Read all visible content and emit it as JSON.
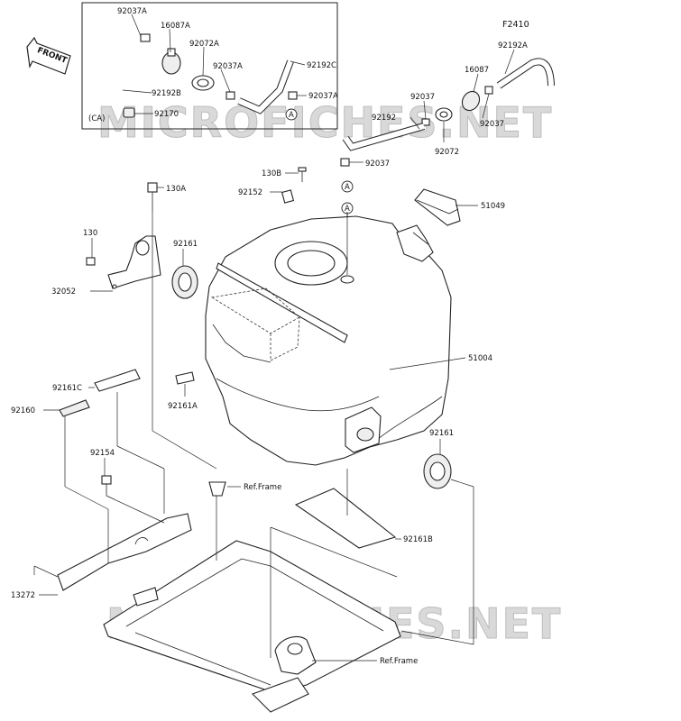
{
  "diagram_code": "F2410",
  "watermark": "MICROFICHES.NET",
  "front_arrow": "FRONT",
  "callouts": {
    "c92037A_1": "92037A",
    "c16087A": "16087A",
    "c92072A": "92072A",
    "c92037A_2": "92037A",
    "c92192C": "92192C",
    "c92192B": "92192B",
    "c92037A_3": "92037A",
    "cCA": "(CA)",
    "c92170": "92170",
    "c92192A": "92192A",
    "c16087": "16087",
    "c92037_1": "92037",
    "c92037_2": "92037",
    "c92192": "92192",
    "c92072": "92072",
    "c92037_3": "92037",
    "c130B": "130B",
    "c130A": "130A",
    "c92152": "92152",
    "c51049": "51049",
    "c130": "130",
    "c92161_1": "92161",
    "c32052": "32052",
    "c51004": "51004",
    "c92161C": "92161C",
    "c92160": "92160",
    "c92161A": "92161A",
    "c92161_2": "92161",
    "c92154": "92154",
    "cRefFrame_1": "Ref.Frame",
    "c92161B": "92161B",
    "c13272": "13272",
    "cRefFrame_2": "Ref.Frame"
  },
  "ref_markers": [
    "A",
    "A",
    "A"
  ]
}
